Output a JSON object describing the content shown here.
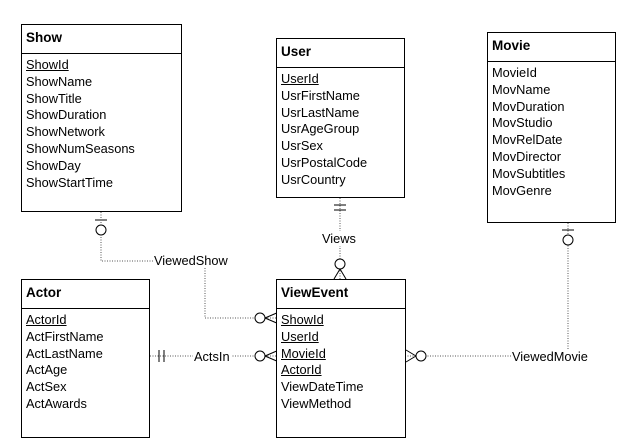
{
  "entities": {
    "show": {
      "title": "Show",
      "fields": [
        {
          "name": "ShowId",
          "key": true
        },
        {
          "name": "ShowName"
        },
        {
          "name": "ShowTitle"
        },
        {
          "name": "ShowDuration"
        },
        {
          "name": "ShowNetwork"
        },
        {
          "name": "ShowNumSeasons"
        },
        {
          "name": "ShowDay"
        },
        {
          "name": "ShowStartTime"
        }
      ]
    },
    "user": {
      "title": "User",
      "fields": [
        {
          "name": "UserId",
          "key": true
        },
        {
          "name": "UsrFirstName"
        },
        {
          "name": "UsrLastName"
        },
        {
          "name": "UsrAgeGroup"
        },
        {
          "name": "UsrSex"
        },
        {
          "name": "UsrPostalCode"
        },
        {
          "name": "UsrCountry"
        }
      ]
    },
    "movie": {
      "title": "Movie",
      "fields": [
        {
          "name": "MovieId"
        },
        {
          "name": "MovName"
        },
        {
          "name": "MovDuration"
        },
        {
          "name": "MovStudio"
        },
        {
          "name": "MovRelDate"
        },
        {
          "name": "MovDirector"
        },
        {
          "name": "MovSubtitles"
        },
        {
          "name": "MovGenre"
        }
      ]
    },
    "actor": {
      "title": "Actor",
      "fields": [
        {
          "name": "ActorId",
          "key": true
        },
        {
          "name": "ActFirstName"
        },
        {
          "name": "ActLastName"
        },
        {
          "name": "ActAge"
        },
        {
          "name": "ActSex"
        },
        {
          "name": "ActAwards"
        }
      ]
    },
    "viewevent": {
      "title": "ViewEvent",
      "fields": [
        {
          "name": "ShowId",
          "key": true
        },
        {
          "name": "UserId",
          "key": true
        },
        {
          "name": "MovieId",
          "key": true
        },
        {
          "name": "ActorId",
          "key": true
        },
        {
          "name": "ViewDateTime"
        },
        {
          "name": "ViewMethod"
        }
      ]
    }
  },
  "relationships": {
    "viewed_show": {
      "label": "ViewedShow",
      "from": "Show",
      "to": "ViewEvent",
      "from_cardinality": "zero-or-one",
      "to_cardinality": "zero-or-many"
    },
    "views": {
      "label": "Views",
      "from": "User",
      "to": "ViewEvent",
      "from_cardinality": "one-and-only-one",
      "to_cardinality": "zero-or-many"
    },
    "viewed_movie": {
      "label": "ViewedMovie",
      "from": "Movie",
      "to": "ViewEvent",
      "from_cardinality": "zero-or-one",
      "to_cardinality": "zero-or-many"
    },
    "acts_in": {
      "label": "ActsIn",
      "from": "Actor",
      "to": "ViewEvent",
      "from_cardinality": "one-and-only-one",
      "to_cardinality": "zero-or-many"
    }
  }
}
